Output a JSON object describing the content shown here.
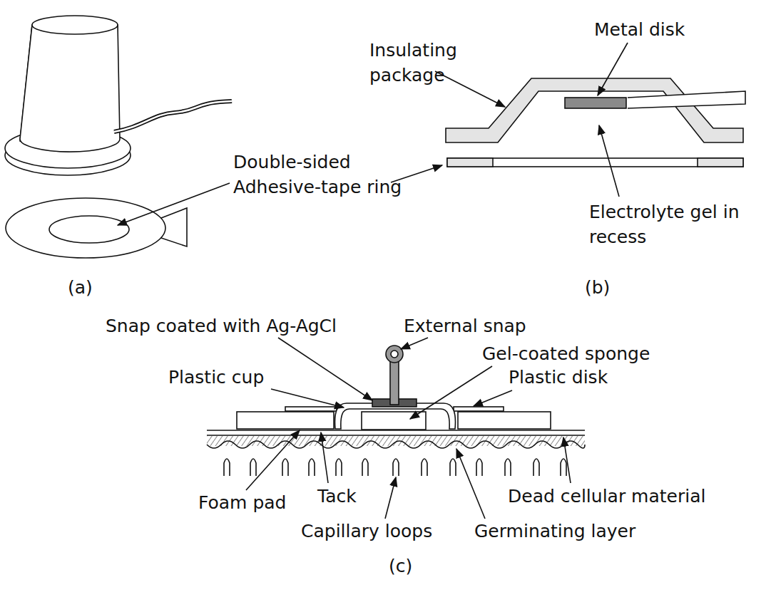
{
  "diagram": {
    "labels": [
      "Metal disk",
      "Insulating package",
      "Double-sided Adhesive-tape ring",
      "Electrolyte gel in recess",
      "(a)",
      "(b)",
      "Snap coated with Ag-AgCl",
      "External snap",
      "Gel-coated sponge",
      "Plastic cup",
      "Plastic disk",
      "Foam pad",
      "Tack",
      "Dead cellular material",
      "Capillary loops",
      "Germinating layer",
      "(c)"
    ]
  }
}
